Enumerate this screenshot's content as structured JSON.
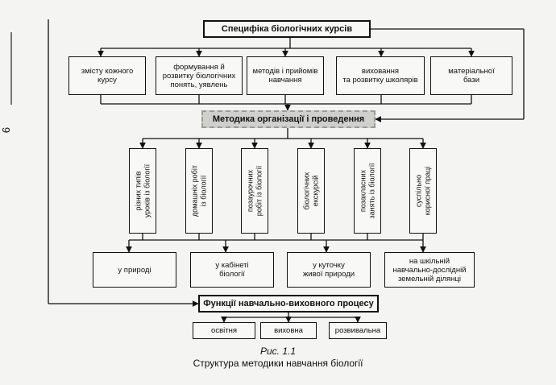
{
  "page_number": "9",
  "top_box": "Специфіка біологічних курсів",
  "spec_items": [
    "змісту кожного\nкурсу",
    "формування й\nрозвитку біологічних\nпонять, уявлень",
    "методів і прийомів\nнавчання",
    "виховання\nта розвитку школярів",
    "матеріальної\nбази"
  ],
  "method_box": "Методика організації і проведення",
  "method_items": [
    "різних типів\nуроків із біології",
    "домашніх робіт\nіз біології",
    "позаурочних\nробіт із біології",
    "біологічних\nекскурсій",
    "позакласних\nзанять із біології",
    "суспільно\nкорисної праці"
  ],
  "place_items": [
    "у природі",
    "у кабінеті\nбіології",
    "у куточку\nживої природи",
    "на шкільній\nнавчально-дослідній\nземельній ділянці"
  ],
  "functions_box": "Функції навчально-виховного процесу",
  "function_items": [
    "освітня",
    "виховна",
    "розвивальна"
  ],
  "caption": {
    "figure": "Рис. 1.1",
    "title": "Структура методики навчання біології"
  }
}
